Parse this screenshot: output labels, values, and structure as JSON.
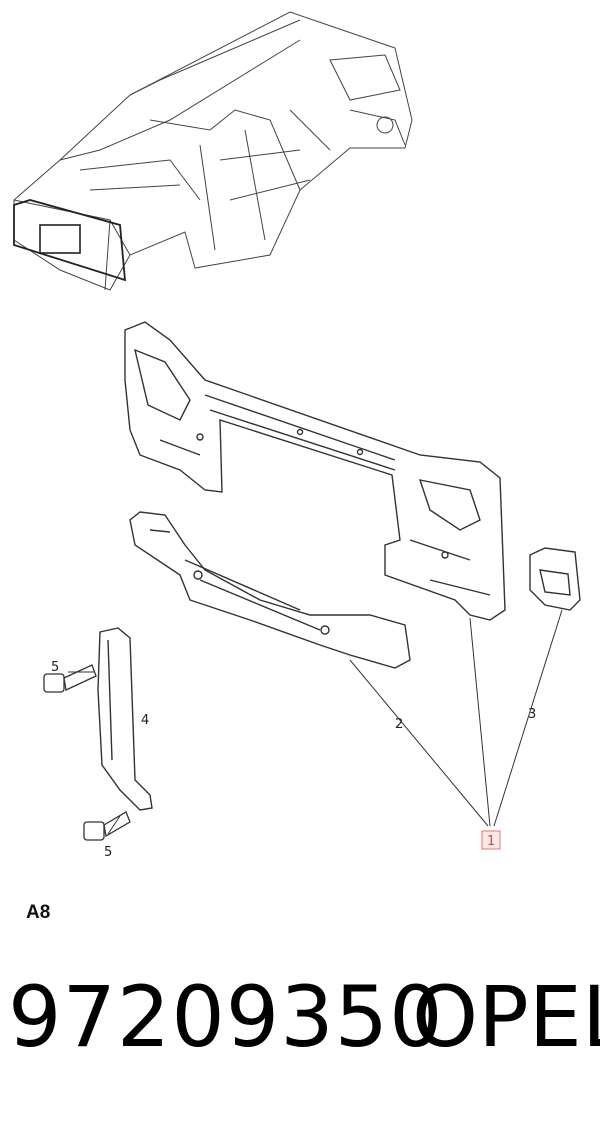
{
  "diagram": {
    "callouts": {
      "c1": "1",
      "c2": "2",
      "c3": "3",
      "c4": "4",
      "c5a": "5",
      "c5b": "5"
    },
    "highlight_color": "#e57373"
  },
  "section_code": "A8",
  "part_number": "97209350",
  "brand": "OPEL"
}
